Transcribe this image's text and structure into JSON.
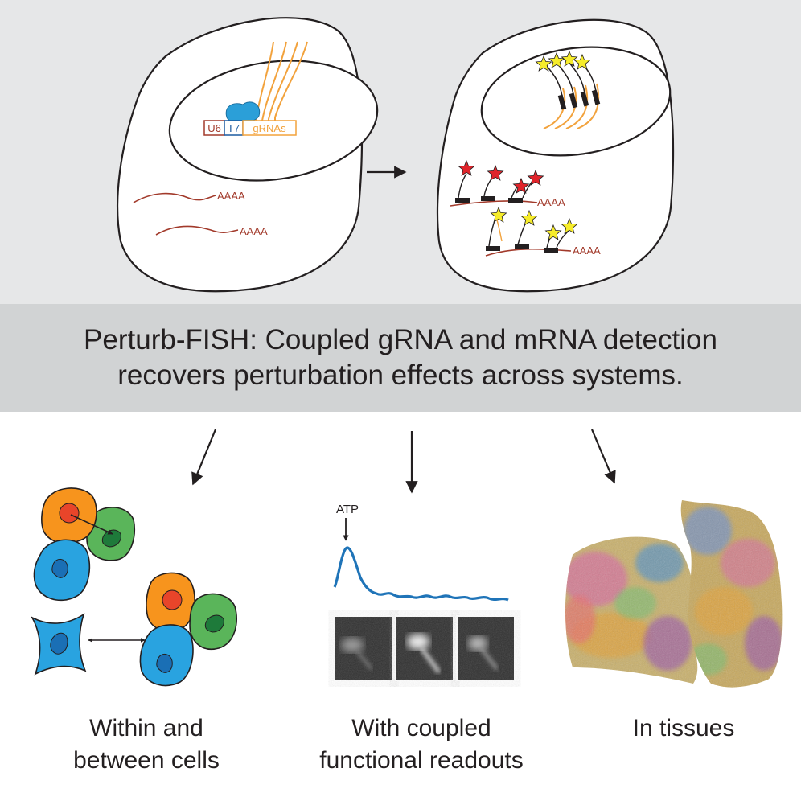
{
  "title": {
    "line1": "Perturb-FISH: Coupled gRNA and mRNA detection",
    "line2": "recovers perturbation effects across systems."
  },
  "construct": {
    "u6": "U6",
    "t7": "T7",
    "grnas": "gRNAs"
  },
  "polya": "AAAA",
  "atp_label": "ATP",
  "captions": {
    "left": {
      "line1": "Within and",
      "line2": "between cells"
    },
    "middle": {
      "line1": "With coupled",
      "line2": "functional readouts"
    },
    "right": {
      "line1": "In tissues"
    }
  },
  "colors": {
    "mrna": "#a23a2b",
    "grna": "#f2a23c",
    "t7_polymerase": "#2b9fd8",
    "star_red": "#e0242b",
    "star_yellow": "#f6ec2a",
    "cell_orange": "#f7941d",
    "cell_green": "#5ab55a",
    "cell_blue": "#29a3e0",
    "trace": "#1f74b8"
  }
}
